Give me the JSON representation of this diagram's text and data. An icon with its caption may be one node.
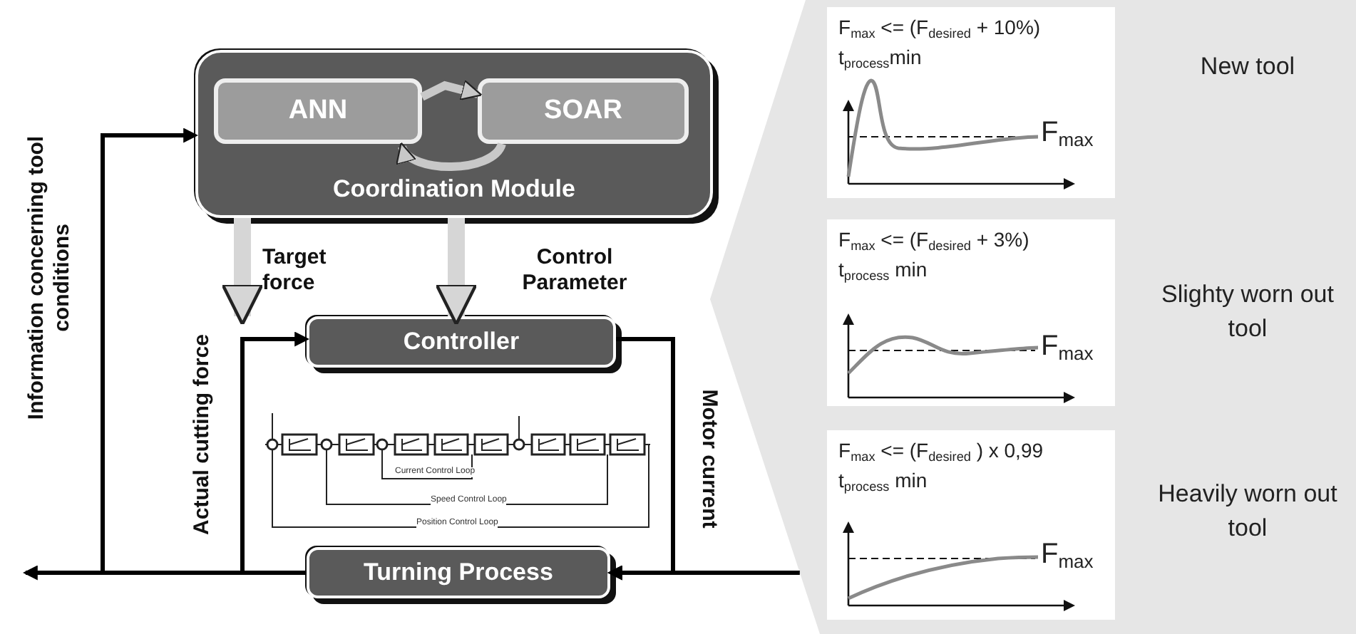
{
  "diagram": {
    "nodes": [
      {
        "text": [
          "Coordination Module"
        ]
      },
      {
        "text": [
          "ANN"
        ],
        "in": 0
      },
      {
        "text": [
          "SOAR"
        ],
        "in": 0
      },
      {
        "text": [
          "Controller"
        ]
      },
      {
        "text": [
          "Turning Process"
        ]
      },
      {
        "text": [],
        "shape": "box"
      },
      {
        "text": [
          "F$_{max}$ <= (F$_{desired}$ + 10%)",
          "t$_{process}$min",
          "F$_{max}$"
        ],
        "in": 5,
        "beside": [
          "New tool"
        ]
      },
      {
        "text": [
          "F$_{max}$ <= (F$_{desired}$ + 3%)",
          "t$_{process}$ min",
          "F$_{max}$"
        ],
        "in": 5,
        "beside": [
          "Slighty worn out tool"
        ]
      },
      {
        "text": [
          "F$_{max}$ <= (F$_{desired}$ ) x 0,99",
          "t$_{process}$ min",
          "F$_{max}$"
        ],
        "in": 5,
        "beside": [
          "Heavily worn out tool"
        ]
      }
    ],
    "edges": [
      {
        "from": 1,
        "to": 2,
        "arrow": "to",
        "style": "thick",
        "color": "#c8c8c8"
      },
      {
        "from": 2,
        "to": 1,
        "arrow": "to",
        "style": "thick",
        "color": "#c8c8c8"
      },
      {
        "from": 0,
        "to": 3,
        "arrow": "to",
        "label": "Target force",
        "style": "thick",
        "color": "#d6d6d6"
      },
      {
        "from": 0,
        "to": 3,
        "arrow": "to",
        "label": "Control Parameter",
        "style": "thick",
        "color": "#d6d6d6"
      },
      {
        "from": 3,
        "to": 4,
        "arrow": "to",
        "label": "Motor current"
      },
      {
        "from": 5,
        "to": 4,
        "arrow": "to"
      },
      {
        "from": 4,
        "to": null,
        "arrow": "to"
      },
      {
        "from": 4,
        "to": 0,
        "arrow": "to",
        "label": "Information concerning tool conditions"
      },
      {
        "from": 4,
        "to": 3,
        "arrow": "to",
        "label": "Actual cutting force"
      }
    ],
    "labels": [
      "Current Control Loop",
      "Speed Control Loop",
      "Position Control Loop"
    ]
  }
}
